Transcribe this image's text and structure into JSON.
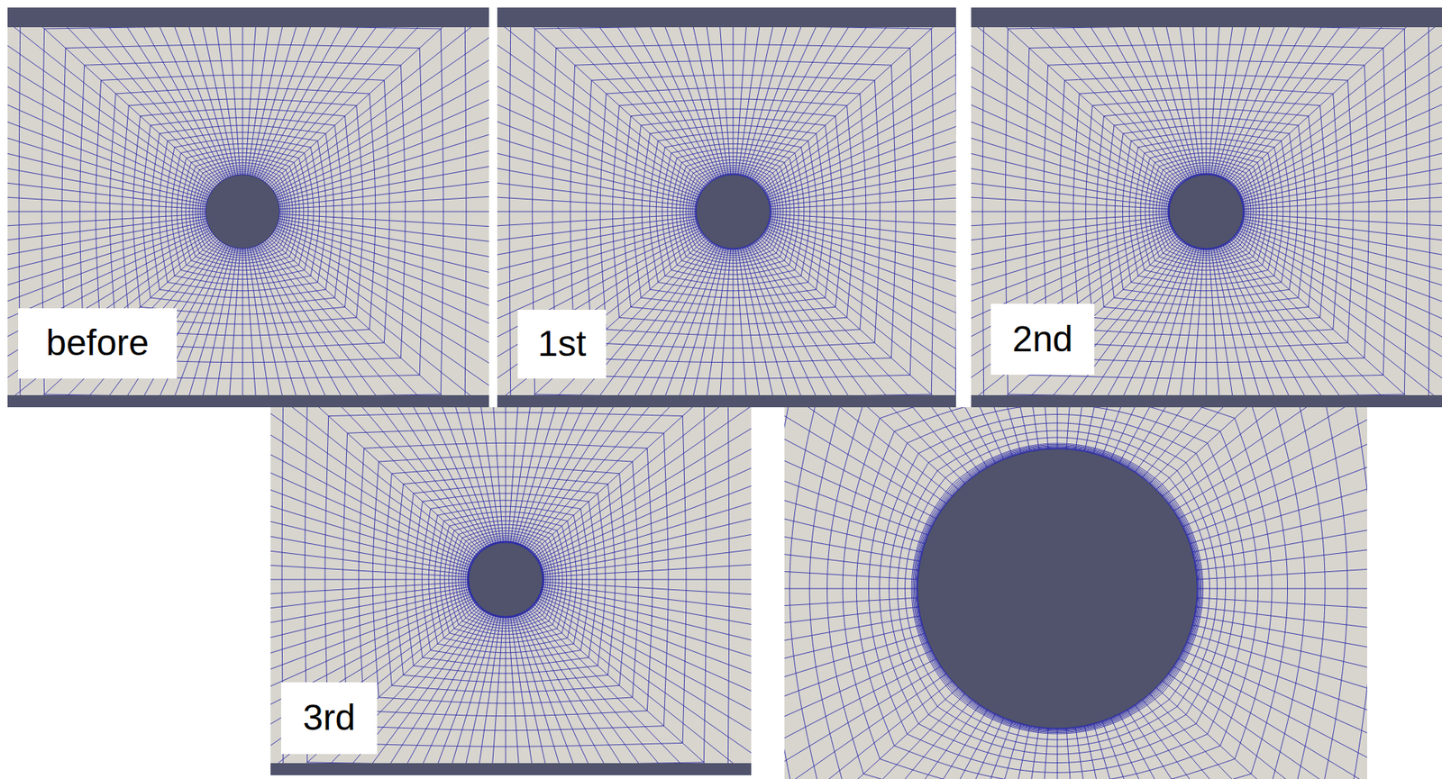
{
  "diagram": {
    "nodes": [
      {
        "text": [
          "before"
        ]
      },
      {
        "text": [
          "1st"
        ]
      },
      {
        "text": [
          "2nd"
        ]
      },
      {
        "text": [
          "3rd"
        ]
      }
    ]
  }
}
